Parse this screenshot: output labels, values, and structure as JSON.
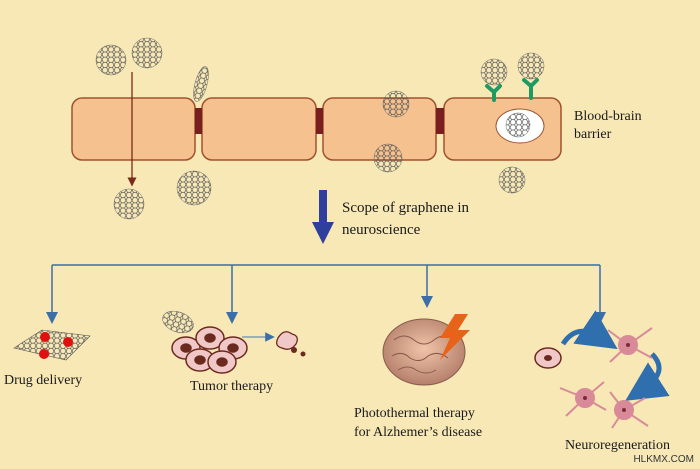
{
  "labels": {
    "bbb_line1": "Blood-brain",
    "bbb_line2": "barrier",
    "scope_line1": "Scope of graphene in",
    "scope_line2": "neuroscience",
    "drug": "Drug delivery",
    "tumor": "Tumor therapy",
    "photo_line1": "Photothermal therapy",
    "photo_line2": "for Alzhemer’s disease",
    "neuro": "Neuroregeneration"
  },
  "watermark": "HLKMX.COM",
  "colors": {
    "background": "#f7e8b6",
    "cell_fill": "#f5c28f",
    "cell_stroke": "#a0522d",
    "junction": "#7a1f1f",
    "branch_line": "#3c6ea8",
    "down_arrow": "#2e3f9e",
    "receptor": "#1f9a63",
    "drug_dot": "#e01010",
    "tumor_cell": "#f0c8c8",
    "nucleus": "#6b2a1e",
    "neuron": "#d98a98",
    "curved_arrow": "#2f6fae",
    "lightning": "#e8631a"
  }
}
